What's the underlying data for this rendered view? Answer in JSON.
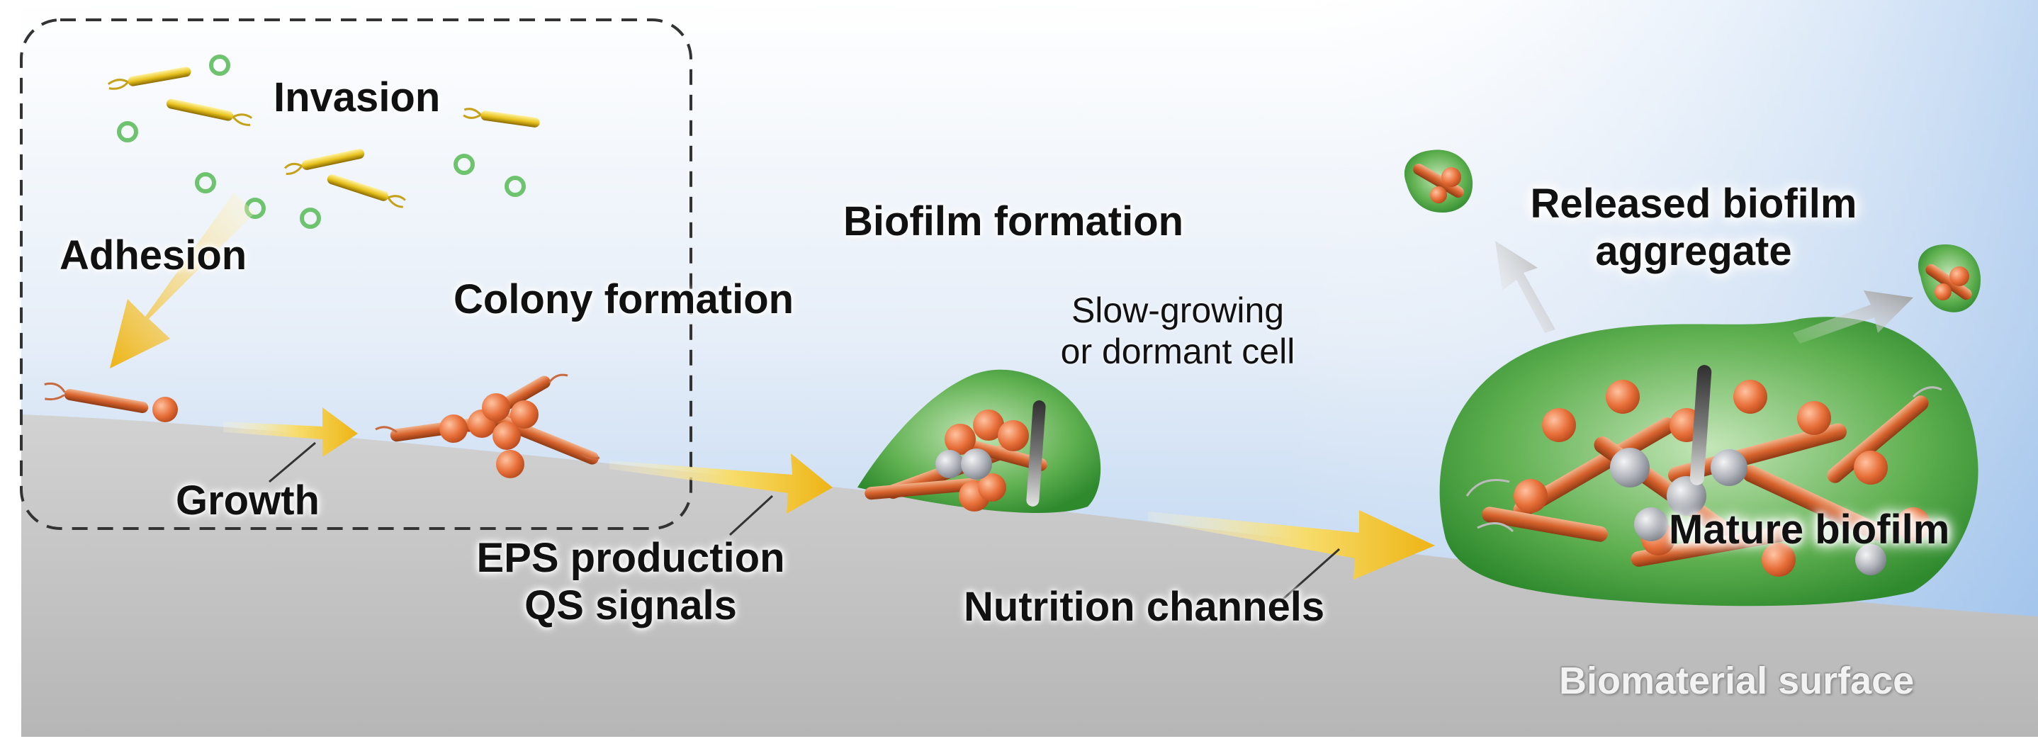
{
  "labels": {
    "invasion": "Invasion",
    "adhesion": "Adhesion",
    "colony_formation": "Colony formation",
    "growth": "Growth",
    "biofilm_formation": "Biofilm formation",
    "slow_growing_line1": "Slow-growing",
    "slow_growing_line2": "or dormant cell",
    "eps_production": "EPS production",
    "qs_signals": "QS signals",
    "nutrition_channels": "Nutrition channels",
    "released_line1": "Released biofilm",
    "released_line2": "aggregate",
    "mature_biofilm": "Mature biofilm",
    "biomaterial_surface": "Biomaterial surface"
  },
  "colors": {
    "sky_top": "#ffffff",
    "sky_bottom": "#a9c9ee",
    "surface": "#c4c4c4",
    "biofilm_green": "#3f9a3a",
    "bacteria_orange": "#e2703c",
    "arrow_yellow": "#f2c22c",
    "eps_gray": "#a8aab0",
    "planktonic_green": "#6ec36e"
  }
}
